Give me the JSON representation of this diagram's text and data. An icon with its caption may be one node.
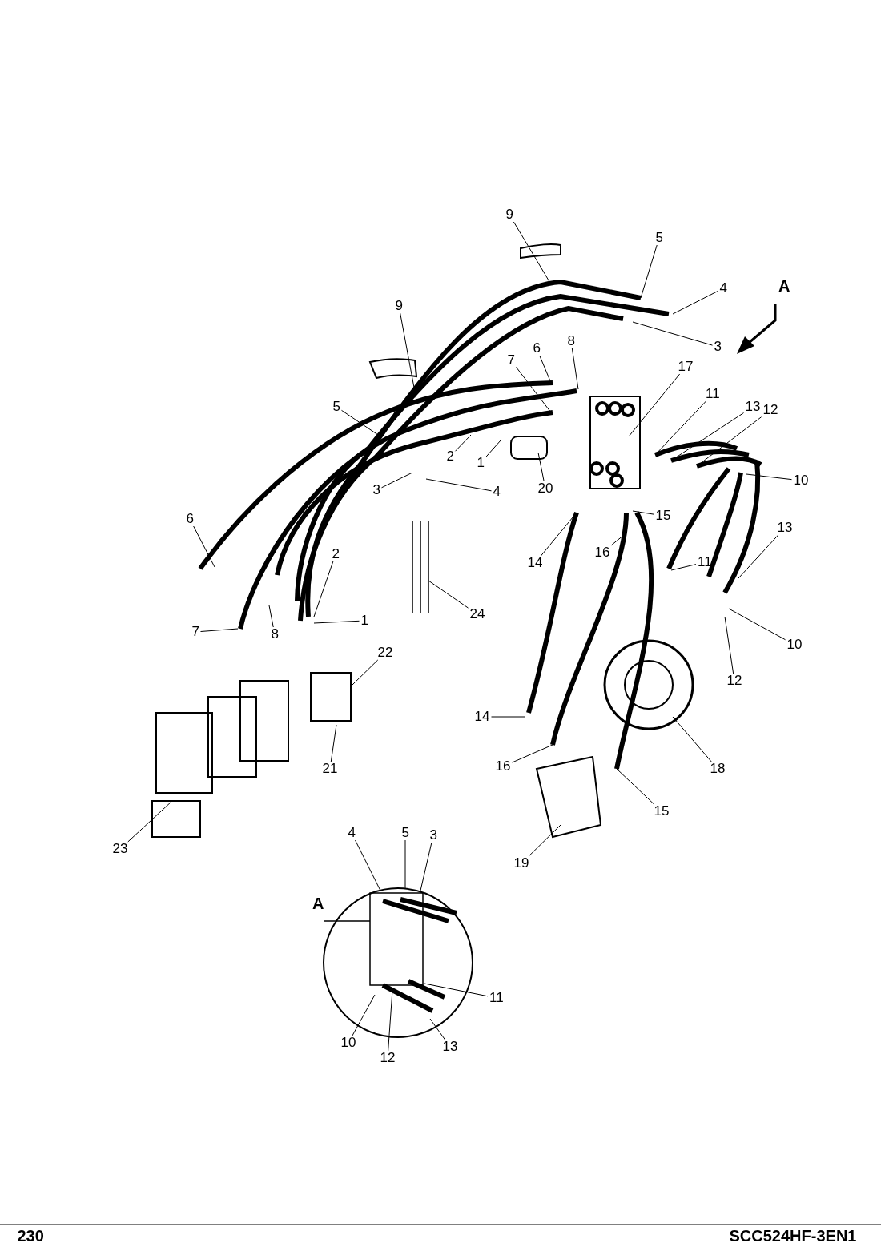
{
  "diagram": {
    "nodes": [
      {
        "text": [
          "9"
        ]
      },
      {
        "text": [
          "5"
        ]
      },
      {
        "text": [
          "4"
        ]
      },
      {
        "text": [
          "3"
        ]
      },
      {
        "text": [
          "9"
        ]
      },
      {
        "text": [
          "6"
        ]
      },
      {
        "text": [
          "8"
        ]
      },
      {
        "text": [
          "7"
        ]
      },
      {
        "text": [
          "17"
        ]
      },
      {
        "text": [
          "11"
        ]
      },
      {
        "text": [
          "13"
        ]
      },
      {
        "text": [
          "12"
        ]
      },
      {
        "text": [
          "5"
        ]
      },
      {
        "text": [
          "2"
        ]
      },
      {
        "text": [
          "1"
        ]
      },
      {
        "text": [
          "20"
        ]
      },
      {
        "text": [
          "10"
        ]
      },
      {
        "text": [
          "3"
        ]
      },
      {
        "text": [
          "4"
        ]
      },
      {
        "text": [
          "15"
        ]
      },
      {
        "text": [
          "6"
        ]
      },
      {
        "text": [
          "2"
        ]
      },
      {
        "text": [
          "14"
        ]
      },
      {
        "text": [
          "16"
        ]
      },
      {
        "text": [
          "13"
        ]
      },
      {
        "text": [
          "1"
        ]
      },
      {
        "text": [
          "24"
        ]
      },
      {
        "text": [
          "7"
        ]
      },
      {
        "text": [
          "8"
        ]
      },
      {
        "text": [
          "11"
        ]
      },
      {
        "text": [
          "10"
        ]
      },
      {
        "text": [
          "12"
        ]
      },
      {
        "text": [
          "22"
        ]
      },
      {
        "text": [
          "14"
        ]
      },
      {
        "text": [
          "21"
        ]
      },
      {
        "text": [
          "18"
        ]
      },
      {
        "text": [
          "16"
        ]
      },
      {
        "text": [
          "15"
        ]
      },
      {
        "text": [
          "23"
        ]
      },
      {
        "text": [
          "19"
        ]
      },
      {
        "text": [
          "4"
        ]
      },
      {
        "text": [
          "5"
        ]
      },
      {
        "text": [
          "3"
        ]
      },
      {
        "text": [
          "11"
        ]
      },
      {
        "text": [
          "10"
        ]
      },
      {
        "text": [
          "12"
        ]
      },
      {
        "text": [
          "13"
        ]
      }
    ],
    "edges": [
      {
        "from": 0,
        "to": null,
        "arrow": "none"
      },
      {
        "from": 1,
        "to": null,
        "arrow": "none"
      },
      {
        "from": 2,
        "to": null,
        "arrow": "none"
      },
      {
        "from": 3,
        "to": null,
        "arrow": "none"
      },
      {
        "from": 4,
        "to": null,
        "arrow": "none"
      },
      {
        "from": 5,
        "to": null,
        "arrow": "none"
      },
      {
        "from": 6,
        "to": null,
        "arrow": "none"
      },
      {
        "from": 7,
        "to": null,
        "arrow": "none"
      },
      {
        "from": 8,
        "to": null,
        "arrow": "none"
      },
      {
        "from": 9,
        "to": null,
        "arrow": "none"
      },
      {
        "from": 10,
        "to": null,
        "arrow": "none"
      },
      {
        "from": 11,
        "to": null,
        "arrow": "none"
      },
      {
        "from": 12,
        "to": null,
        "arrow": "none"
      },
      {
        "from": 13,
        "to": null,
        "arrow": "none"
      },
      {
        "from": 14,
        "to": null,
        "arrow": "none"
      },
      {
        "from": 15,
        "to": null,
        "arrow": "none"
      },
      {
        "from": 16,
        "to": null,
        "arrow": "none"
      },
      {
        "from": 17,
        "to": null,
        "arrow": "none"
      },
      {
        "from": 18,
        "to": null,
        "arrow": "none"
      },
      {
        "from": 19,
        "to": null,
        "arrow": "none"
      },
      {
        "from": 20,
        "to": null,
        "arrow": "none"
      },
      {
        "from": 21,
        "to": null,
        "arrow": "none"
      },
      {
        "from": 22,
        "to": null,
        "arrow": "none"
      },
      {
        "from": 23,
        "to": null,
        "arrow": "none"
      },
      {
        "from": 24,
        "to": null,
        "arrow": "none"
      },
      {
        "from": 25,
        "to": null,
        "arrow": "none"
      },
      {
        "from": 26,
        "to": null,
        "arrow": "none"
      },
      {
        "from": 27,
        "to": null,
        "arrow": "none"
      },
      {
        "from": 28,
        "to": null,
        "arrow": "none"
      },
      {
        "from": 29,
        "to": null,
        "arrow": "none"
      },
      {
        "from": 30,
        "to": null,
        "arrow": "none"
      },
      {
        "from": 31,
        "to": null,
        "arrow": "none"
      },
      {
        "from": 32,
        "to": null,
        "arrow": "none"
      },
      {
        "from": 33,
        "to": null,
        "arrow": "none"
      },
      {
        "from": 34,
        "to": null,
        "arrow": "none"
      },
      {
        "from": 35,
        "to": null,
        "arrow": "none"
      },
      {
        "from": 36,
        "to": null,
        "arrow": "none"
      },
      {
        "from": 37,
        "to": null,
        "arrow": "none"
      },
      {
        "from": 38,
        "to": null,
        "arrow": "none"
      },
      {
        "from": 39,
        "to": null,
        "arrow": "none"
      },
      {
        "from": 40,
        "to": null,
        "arrow": "none"
      },
      {
        "from": 41,
        "to": null,
        "arrow": "none"
      },
      {
        "from": 42,
        "to": null,
        "arrow": "none"
      },
      {
        "from": 43,
        "to": null,
        "arrow": "none"
      },
      {
        "from": 44,
        "to": null,
        "arrow": "none"
      },
      {
        "from": 45,
        "to": null,
        "arrow": "none"
      },
      {
        "from": 46,
        "to": null,
        "arrow": "none"
      }
    ],
    "labels": [
      "A",
      "A",
      "230",
      "SCC524HF-3EN1"
    ]
  }
}
